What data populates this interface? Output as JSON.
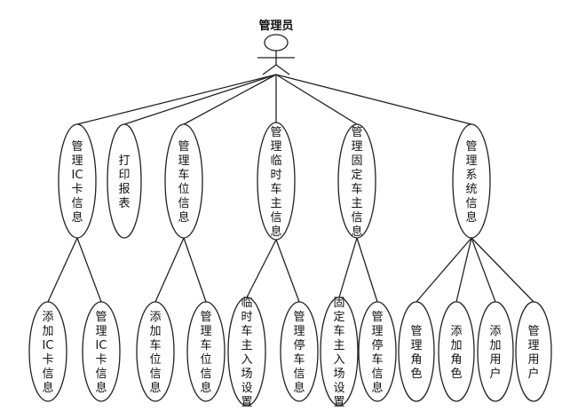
{
  "actor": {
    "label": "管理员"
  },
  "level1": [
    {
      "id": "n1",
      "label": "管理IC卡信息"
    },
    {
      "id": "n2",
      "label": "打印报表"
    },
    {
      "id": "n3",
      "label": "管理车位信息"
    },
    {
      "id": "n4",
      "label": "管理临时车主信息"
    },
    {
      "id": "n5",
      "label": "管理固定车主信息"
    },
    {
      "id": "n6",
      "label": "管理系统信息"
    }
  ],
  "level2": [
    {
      "id": "c1",
      "parent": "n1",
      "label": "添加IC卡信息"
    },
    {
      "id": "c2",
      "parent": "n1",
      "label": "管理IC卡信息"
    },
    {
      "id": "c3",
      "parent": "n3",
      "label": "添加车位信息"
    },
    {
      "id": "c4",
      "parent": "n3",
      "label": "管理车位信息"
    },
    {
      "id": "c5",
      "parent": "n4",
      "label": "临时车主入场设置"
    },
    {
      "id": "c6",
      "parent": "n4",
      "label": "管理停车信息"
    },
    {
      "id": "c7",
      "parent": "n5",
      "label": "固定车主入场设置"
    },
    {
      "id": "c8",
      "parent": "n5",
      "label": "管理停车信息"
    },
    {
      "id": "c9",
      "parent": "n6",
      "label": "管理角色"
    },
    {
      "id": "c10",
      "parent": "n6",
      "label": "添加角色"
    },
    {
      "id": "c11",
      "parent": "n6",
      "label": "添加用户"
    },
    {
      "id": "c12",
      "parent": "n6",
      "label": "管理用户"
    }
  ]
}
